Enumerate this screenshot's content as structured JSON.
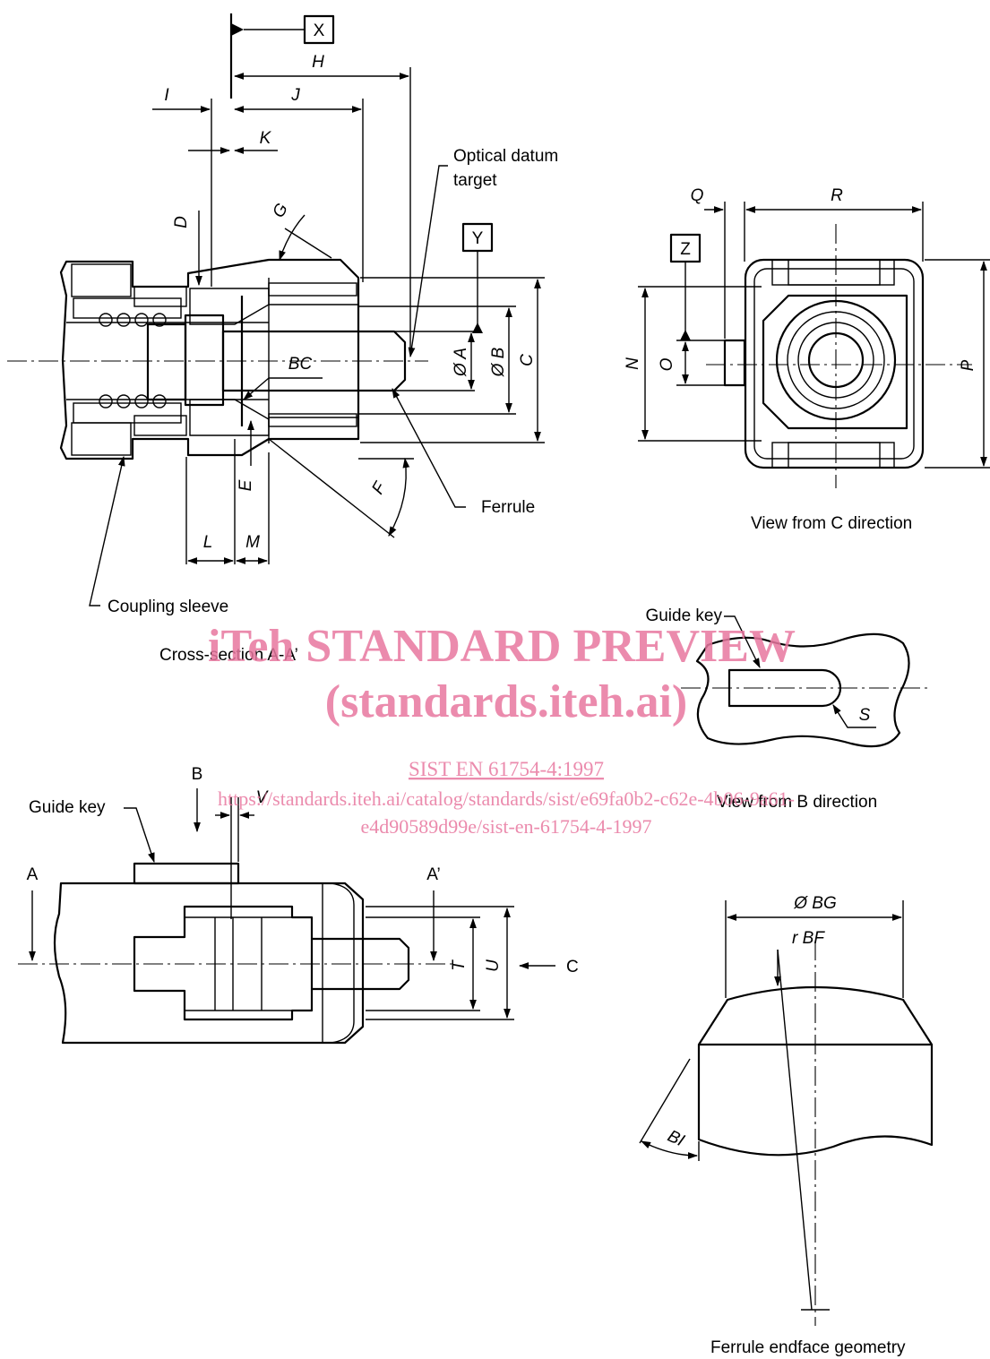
{
  "callouts": {
    "optical_datum_line1": "Optical datum",
    "optical_datum_line2": "target",
    "ferrule": "Ferrule",
    "coupling_sleeve": "Coupling sleeve",
    "guide_key_b": "Guide key",
    "guide_key_bottom": "Guide key"
  },
  "view_titles": {
    "cross_section": "Cross-section A-A’",
    "view_c": "View from C direction",
    "view_b": "View from B direction",
    "ferrule_endface": "Ferrule endface geometry"
  },
  "datum_frames": [
    "X",
    "Y",
    "Z"
  ],
  "dimensions": {
    "H": "H",
    "I": "I",
    "J": "J",
    "K": "K",
    "G": "G",
    "D": "D",
    "A": "Ø A",
    "B": "Ø B",
    "C": "C",
    "BC": "BC",
    "E": "E",
    "F": "F",
    "L": "L",
    "M": "M",
    "Q": "Q",
    "R": "R",
    "N": "N",
    "O": "O",
    "P": "P",
    "S": "S",
    "V": "V",
    "T": "T",
    "U": "U",
    "BG": "Ø BG",
    "BF": "r BF",
    "BI": "BI"
  },
  "section_marks": {
    "A": "A",
    "A_prime": "A’",
    "B": "B",
    "C": "C"
  },
  "watermark": {
    "title": "iTeh STANDARD PREVIEW",
    "subtitle": "(standards.iteh.ai)",
    "doc_id": "SIST EN 61754-4:1997",
    "url_line1": "https://standards.iteh.ai/catalog/standards/sist/e69fa0b2-c62e-4b06-9a61-",
    "url_line2": "e4d90589d99e/sist-en-61754-4-1997"
  }
}
